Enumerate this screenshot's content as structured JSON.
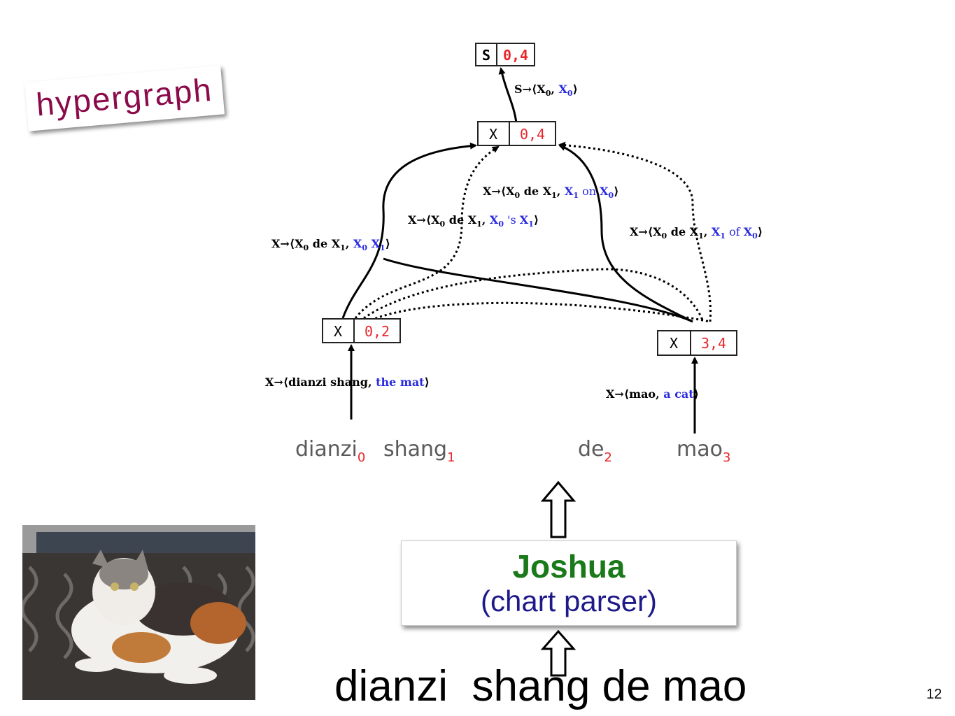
{
  "slide": {
    "hypergraph_label": "hypergraph",
    "page_number": "12",
    "source_sentence": "dianzi  shang de mao"
  },
  "joshua": {
    "title": "Joshua",
    "subtitle": "(chart parser)"
  },
  "nodes": {
    "s04": {
      "sym": "S",
      "span": "0,4"
    },
    "x04": {
      "sym": "X",
      "span": "0,4"
    },
    "x02": {
      "sym": "X",
      "span": "0,2"
    },
    "x34": {
      "sym": "X",
      "span": "3,4"
    }
  },
  "rules": {
    "r_top": {
      "lhs": "S→⟨X",
      "sub0": "0",
      "mid": ", ",
      "blue": "X",
      "sub1": "0",
      "end": "⟩"
    },
    "r_on": {
      "prefix": "X→⟨X",
      "s0": "0",
      "mid1": " de X",
      "s1": "1",
      "comma": ", ",
      "b1": "X",
      "bs1": "1",
      "b2": " on ",
      "b3": "X",
      "bs3": "0",
      "end": "⟩"
    },
    "r_poss": {
      "prefix": "X→⟨X",
      "s0": "0",
      "mid1": " de X",
      "s1": "1",
      "comma": ", ",
      "b1": "X",
      "bs1": "0",
      "b2": " 's ",
      "b3": "X",
      "bs3": "1",
      "end": "⟩"
    },
    "r_of": {
      "prefix": "X→⟨X",
      "s0": "0",
      "mid1": " de X",
      "s1": "1",
      "comma": ", ",
      "b1": "X",
      "bs1": "1",
      "b2": " of ",
      "b3": "X",
      "bs3": "0",
      "end": "⟩"
    },
    "r_mono": {
      "prefix": "X→⟨X",
      "s0": "0",
      "mid1": " de X",
      "s1": "1",
      "comma": ", ",
      "b1": "X",
      "bs1": "0",
      "b2": " ",
      "b3": "X",
      "bs3": "1",
      "end": "⟩"
    },
    "r_mat": {
      "prefix": "X→⟨dianzi shang, ",
      "blue": "the mat",
      "end": "⟩"
    },
    "r_cat": {
      "prefix": "X→⟨mao, ",
      "blue": "a cat",
      "end": "⟩"
    }
  },
  "words": [
    {
      "text": "dianzi",
      "index": "0"
    },
    {
      "text": "shang",
      "index": "1"
    },
    {
      "text": "de",
      "index": "2"
    },
    {
      "text": "mao",
      "index": "3"
    }
  ],
  "colors": {
    "span_red": "#e8262a",
    "blue": "#2a2ae0",
    "label_maroon": "#8b0a4a",
    "joshua_green": "#1a7a1a",
    "subtitle_navy": "#1f1a8a"
  }
}
